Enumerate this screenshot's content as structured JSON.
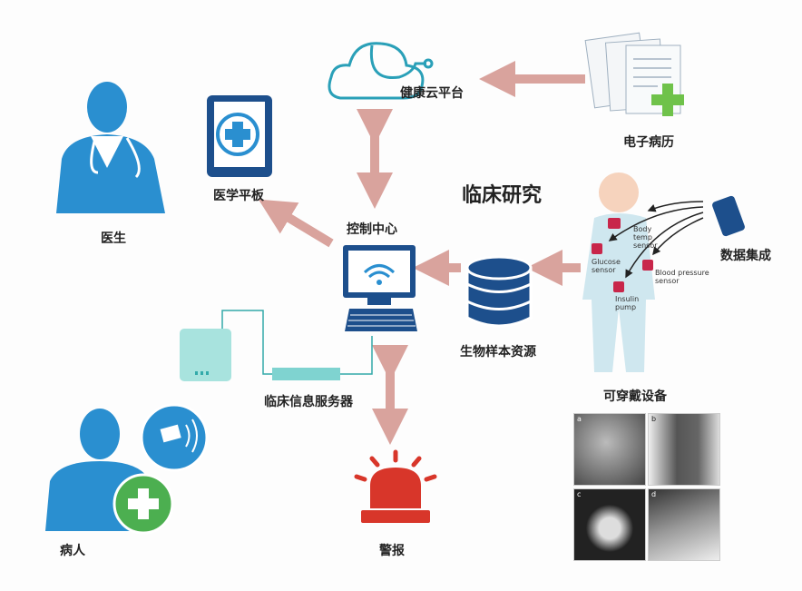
{
  "title": "临床研究",
  "nodes": {
    "doctor": "医生",
    "tablet": "医学平板",
    "cloud": "健康云平台",
    "emr": "电子病历",
    "control": "控制中心",
    "biobank": "生物样本资源",
    "wearable": "可穿戴设备",
    "data_integration": "数据集成",
    "server": "临床信息服务器",
    "patient": "病人",
    "alarm": "警报"
  },
  "sensors": {
    "body_temp": "Body temp sensor",
    "glucose": "Glucose sensor",
    "blood_pressure": "Blood pressure sensor",
    "insulin": "Insulin pump"
  },
  "photo_labels": [
    "a",
    "b",
    "c",
    "d"
  ],
  "colors": {
    "arrow": "#d9a39d",
    "blue": "#2a8fd0",
    "teal": "#7fd3d0",
    "red": "#d8362a",
    "green": "#4caf50"
  }
}
